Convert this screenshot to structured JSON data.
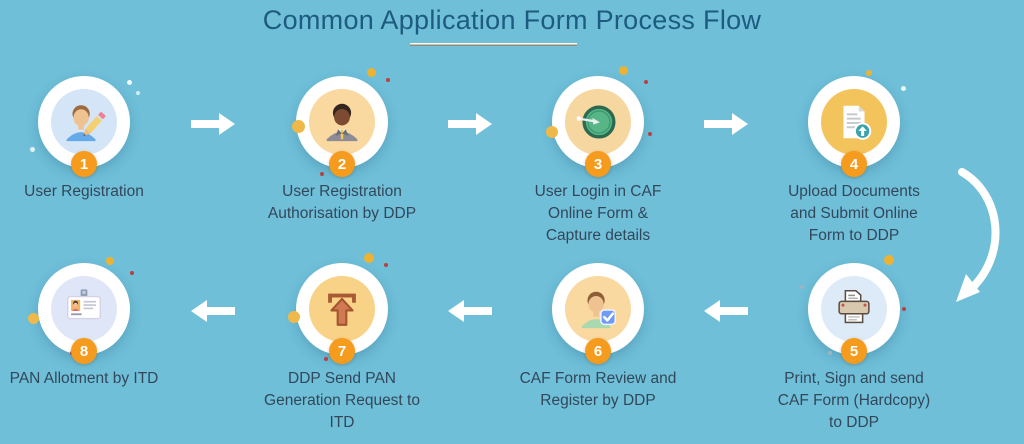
{
  "title": {
    "text": "Common Application Form Process Flow"
  },
  "colors": {
    "background": "#6fbfd9",
    "title": "#1e5b80",
    "label": "#33475a",
    "badge": "#f59b1e",
    "arrow": "#ffffff",
    "decor_yellow": "#eeb233",
    "decor_red": "#b8413f"
  },
  "steps": [
    {
      "number": "1",
      "icon": "user-registration-pencil",
      "inner_bg": "#d3e5f6",
      "lines": [
        "User Registration"
      ]
    },
    {
      "number": "2",
      "icon": "ddp-officer",
      "inner_bg": "#f9d9a0",
      "lines": [
        "User Registration",
        "Authorisation by DDP"
      ]
    },
    {
      "number": "3",
      "icon": "login-target",
      "inner_bg": "#f7d7a0",
      "lines": [
        "User Login in CAF",
        "Online Form &",
        "Capture details"
      ]
    },
    {
      "number": "4",
      "icon": "document-upload",
      "inner_bg": "#f3c35c",
      "lines": [
        "Upload Documents",
        "and Submit Online",
        "Form to DDP"
      ]
    },
    {
      "number": "5",
      "icon": "printer",
      "inner_bg": "#dcebf7",
      "lines": [
        "Print, Sign and send",
        "CAF Form (Hardcopy)",
        "to DDP"
      ]
    },
    {
      "number": "6",
      "icon": "person-approved-check",
      "inner_bg": "#f9d9a0",
      "lines": [
        "CAF Form Review and",
        "Register by DDP"
      ]
    },
    {
      "number": "7",
      "icon": "send-request-up",
      "inner_bg": "#f7d287",
      "lines": [
        "DDP Send PAN",
        "Generation Request to",
        "ITD"
      ]
    },
    {
      "number": "8",
      "icon": "pan-id-card",
      "inner_bg": "#dfe6f8",
      "lines": [
        "PAN Allotment by ITD"
      ]
    }
  ]
}
